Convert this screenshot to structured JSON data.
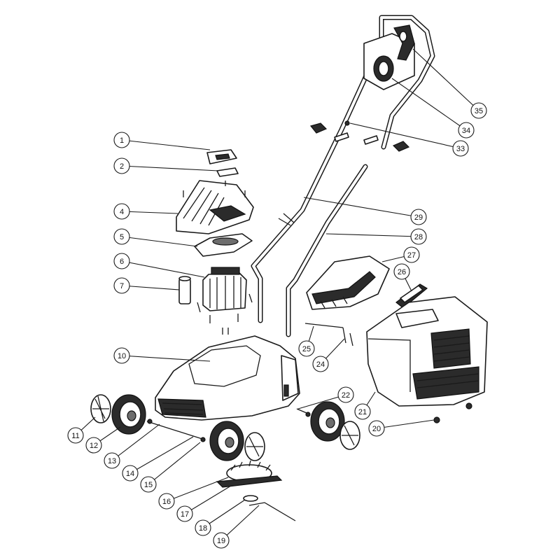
{
  "callouts": [
    {
      "id": "1",
      "label": "1"
    },
    {
      "id": "2",
      "label": "2"
    },
    {
      "id": "4",
      "label": "4"
    },
    {
      "id": "5",
      "label": "5"
    },
    {
      "id": "6",
      "label": "6"
    },
    {
      "id": "7",
      "label": "7"
    },
    {
      "id": "10",
      "label": "10"
    },
    {
      "id": "11",
      "label": "11"
    },
    {
      "id": "12",
      "label": "12"
    },
    {
      "id": "13",
      "label": "13"
    },
    {
      "id": "14",
      "label": "14"
    },
    {
      "id": "15",
      "label": "15"
    },
    {
      "id": "16",
      "label": "16"
    },
    {
      "id": "17",
      "label": "17"
    },
    {
      "id": "18",
      "label": "18"
    },
    {
      "id": "19",
      "label": "19"
    },
    {
      "id": "20",
      "label": "20"
    },
    {
      "id": "21",
      "label": "21"
    },
    {
      "id": "22",
      "label": "22"
    },
    {
      "id": "24",
      "label": "24"
    },
    {
      "id": "25",
      "label": "25"
    },
    {
      "id": "26",
      "label": "26"
    },
    {
      "id": "27",
      "label": "27"
    },
    {
      "id": "28",
      "label": "28"
    },
    {
      "id": "29",
      "label": "29"
    },
    {
      "id": "33",
      "label": "33"
    },
    {
      "id": "34",
      "label": "34"
    },
    {
      "id": "35",
      "label": "35"
    }
  ]
}
